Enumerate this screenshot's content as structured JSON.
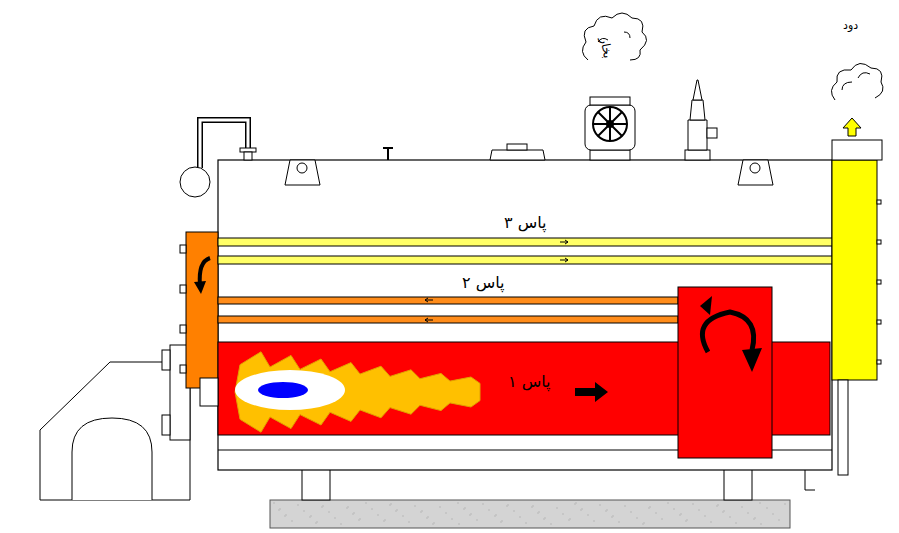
{
  "diagram": {
    "nodes": [
      {
        "text": [
          "پاس ۱"
        ]
      }
    ],
    "labels": [
      "پاس ۳",
      "پاس ۲",
      "بخار",
      "دود"
    ]
  }
}
